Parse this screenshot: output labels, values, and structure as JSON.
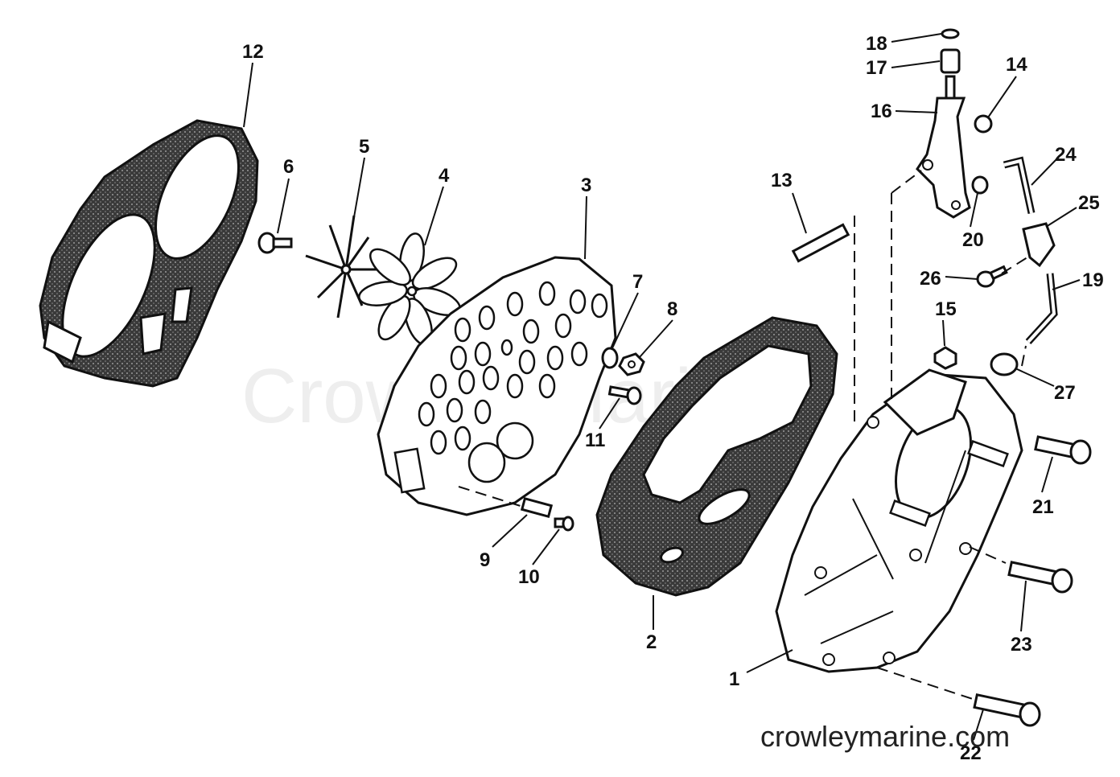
{
  "watermark": {
    "center_text": "Crowley Marine",
    "url_text": "crowleymarine.com"
  },
  "callouts": {
    "c1": "1",
    "c2": "2",
    "c3": "3",
    "c4": "4",
    "c5": "5",
    "c6": "6",
    "c7": "7",
    "c8": "8",
    "c9": "9",
    "c10": "10",
    "c11": "11",
    "c12": "12",
    "c13": "13",
    "c14": "14",
    "c15": "15",
    "c16": "16",
    "c17": "17",
    "c18": "18",
    "c19": "19",
    "c20": "20",
    "c21": "21",
    "c22": "22",
    "c23": "23",
    "c24": "24",
    "c25": "25",
    "c26": "26",
    "c27": "27"
  },
  "colors": {
    "ink": "#111111",
    "gasket_fill": "#555555",
    "paper": "#ffffff"
  }
}
